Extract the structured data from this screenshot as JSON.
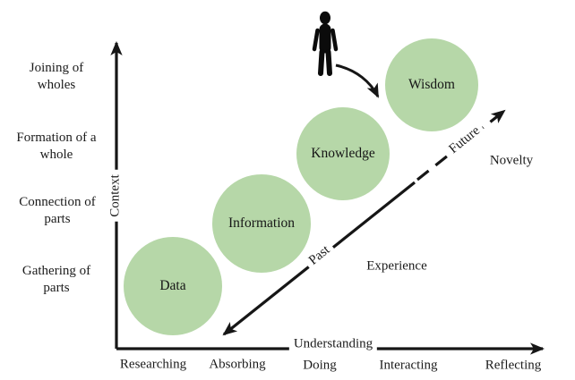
{
  "y_axis": {
    "label": "Context",
    "items": [
      {
        "line1": "Joining of",
        "line2": "wholes"
      },
      {
        "line1": "Formation of a",
        "line2": "whole"
      },
      {
        "line1": "Connection of",
        "line2": "parts"
      },
      {
        "line1": "Gathering of",
        "line2": "parts"
      }
    ]
  },
  "x_axis": {
    "label": "Understanding",
    "items": [
      "Researching",
      "Absorbing",
      "Doing",
      "Interacting",
      "Reflecting"
    ]
  },
  "circles": [
    {
      "label": "Data"
    },
    {
      "label": "Information"
    },
    {
      "label": "Knowledge"
    },
    {
      "label": "Wisdom"
    }
  ],
  "timeline": {
    "past_label": "Past",
    "future_label": "Future"
  },
  "annotations": {
    "experience": "Experience",
    "novelty": "Novelty"
  },
  "icons": {
    "person": "standing-person-icon"
  },
  "colors": {
    "circle_fill": "#b6d7a8",
    "ink": "#161616"
  }
}
